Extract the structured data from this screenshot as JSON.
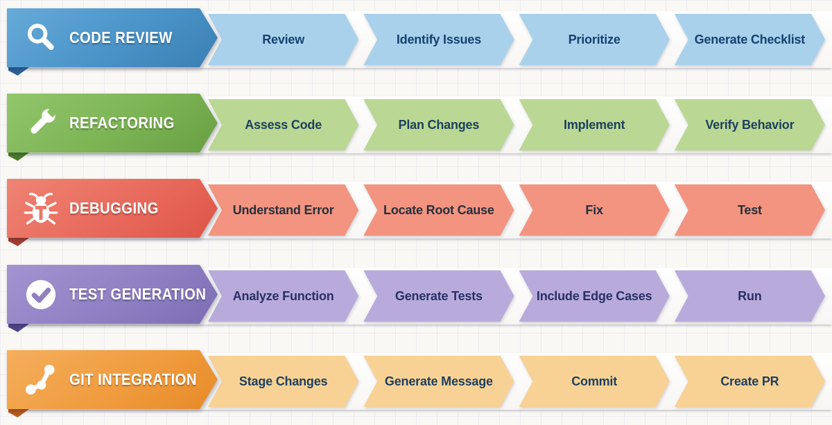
{
  "page": {
    "background": "#f9f8f5",
    "grid_line_color": "#d9d9e4"
  },
  "rows": [
    {
      "id": "code-review",
      "title": "CODE REVIEW",
      "icon": "magnifier-icon",
      "colors": {
        "header": "#4a93c8",
        "header_light": "#66abd9",
        "header_dark": "#3a7fb2",
        "fold": "#2a639a",
        "step_bg": "#a9d1ec",
        "step_text": "#16416f"
      },
      "steps": [
        "Review",
        "Identify Issues",
        "Prioritize",
        "Generate Checklist"
      ]
    },
    {
      "id": "refactoring",
      "title": "REFACTORING",
      "icon": "wrench-icon",
      "colors": {
        "header": "#7cb454",
        "header_light": "#92c66c",
        "header_dark": "#689e42",
        "fold": "#4b7d2c",
        "step_bg": "#bad893",
        "step_text": "#1d3e5e"
      },
      "steps": [
        "Assess Code",
        "Plan Changes",
        "Implement",
        "Verify Behavior"
      ]
    },
    {
      "id": "debugging",
      "title": "DEBUGGING",
      "icon": "bug-icon",
      "colors": {
        "header": "#e86a5c",
        "header_light": "#ef8474",
        "header_dark": "#dd5547",
        "fold": "#a93b2f",
        "step_bg": "#f29480",
        "step_text": "#262f3a"
      },
      "steps": [
        "Understand Error",
        "Locate Root Cause",
        "Fix",
        "Test"
      ]
    },
    {
      "id": "test-generation",
      "title": "TEST GENERATION",
      "icon": "check-circle-icon",
      "colors": {
        "header": "#8f80c3",
        "header_light": "#a294d1",
        "header_dark": "#7c6cb4",
        "fold": "#50458c",
        "step_bg": "#b8abdc",
        "step_text": "#2a2f63"
      },
      "steps": [
        "Analyze Function",
        "Generate Tests",
        "Include Edge Cases",
        "Run"
      ]
    },
    {
      "id": "git-integration",
      "title": "GIT INTEGRATION",
      "icon": "git-branch-icon",
      "colors": {
        "header": "#f09c3f",
        "header_light": "#f5ae5c",
        "header_dark": "#e78a27",
        "fold": "#bb5a1d",
        "step_bg": "#f8d295",
        "step_text": "#1d3e5e"
      },
      "steps": [
        "Stage Changes",
        "Generate Message",
        "Commit",
        "Create PR"
      ]
    }
  ]
}
